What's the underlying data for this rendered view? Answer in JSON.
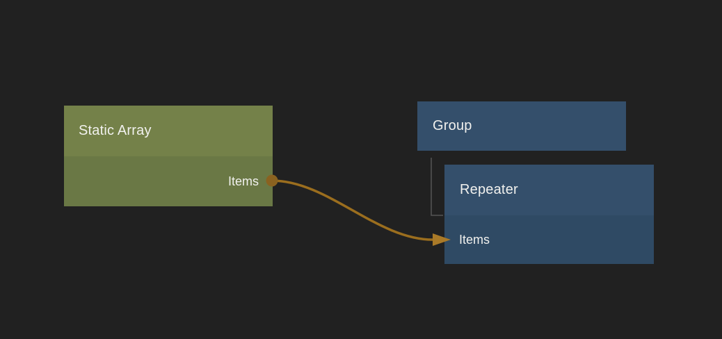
{
  "palette": {
    "canvas_background": "#212121",
    "node_text": "#f1f1ee",
    "static_array_header": "#748149",
    "static_array_body": "#6a7845",
    "group_fill": "#344f6b",
    "repeater_header": "#344f6b",
    "repeater_body": "#2f4a64",
    "wire": "#9b6e1e",
    "port_dot": "#8a6220",
    "arrowhead": "#aa7a28",
    "hierarchy_line": "#565656"
  },
  "nodes": {
    "static_array": {
      "title": "Static Array",
      "output_port_label": "Items"
    },
    "group": {
      "title": "Group"
    },
    "repeater": {
      "title": "Repeater",
      "input_port_label": "Items"
    }
  },
  "connections": {
    "wire": {
      "from_node": "Static Array",
      "from_port": "Items",
      "to_node": "Repeater",
      "to_port": "Items"
    },
    "hierarchy": {
      "parent": "Group",
      "child": "Repeater"
    }
  }
}
